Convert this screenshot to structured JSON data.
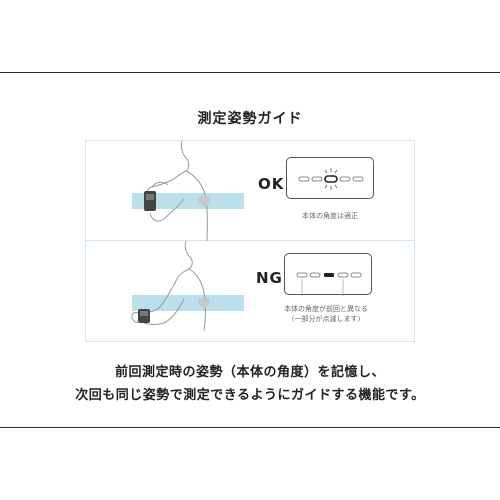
{
  "title": "測定姿勢ガイド",
  "ok_panel": {
    "status": "OK",
    "caption": "本体の角度は適正"
  },
  "ng_panel": {
    "status": "NG",
    "caption_line1": "本体の角度が前回と異なる",
    "caption_line2": "（一部分が点滅します）"
  },
  "description": {
    "line1": "前回測定時の姿勢（本体の角度）を記憶し、",
    "line2": "次回も同じ姿勢で測定できるようにガイドする機能です。"
  },
  "colors": {
    "band": "#aedbe8",
    "frame": "#cfe7ef",
    "heart": "#c8c8c8",
    "outline": "#999999"
  }
}
